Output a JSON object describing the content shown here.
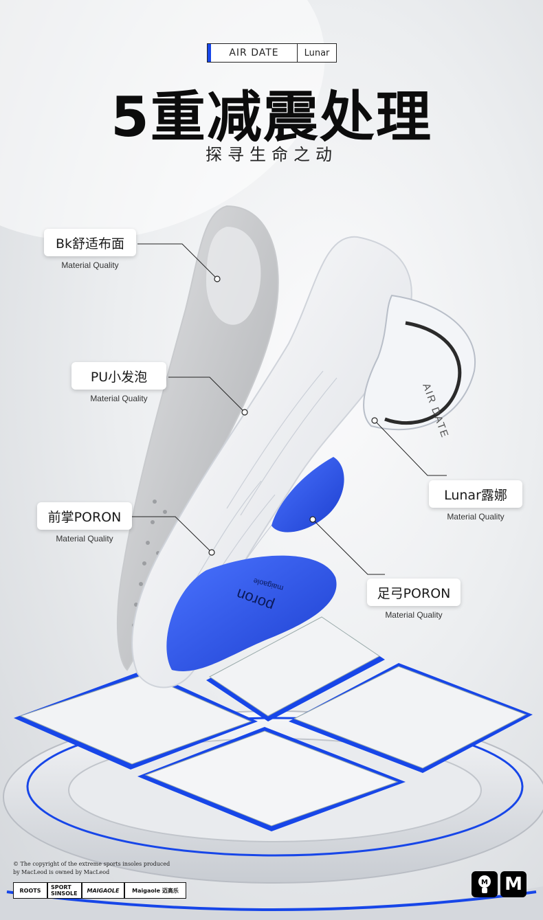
{
  "header": {
    "brand_left": "AIR DATE",
    "brand_right": "Lunar",
    "title": "5重减震处理",
    "subtitle": "探寻生命之动"
  },
  "callouts": [
    {
      "label": "Bk舒适布面",
      "quality": "Material Quality"
    },
    {
      "label": "PU小发泡",
      "quality": "Material Quality"
    },
    {
      "label": "前掌PORON",
      "quality": "Material Quality"
    },
    {
      "label": "Lunar露娜",
      "quality": "Material Quality"
    },
    {
      "label": "足弓PORON",
      "quality": "Material Quality"
    }
  ],
  "insole": {
    "heel_print": "AIR DATE",
    "pad_print": "poron",
    "pad_sub": "maigaole"
  },
  "footer": {
    "copyright_line1": "The copyright of the extreme sports insoles produced",
    "copyright_line2": "by MacLeod is owned by MacLeod",
    "logos": [
      "ROOTS",
      "SPORT SINSOLE",
      "MAIGAOLE",
      "Maigaole 迈高乐"
    ],
    "corner_left_icon": "mascot-icon",
    "corner_right_letter": "M"
  },
  "colors": {
    "accent_blue": "#1746e8",
    "title_black": "#0c0c0c"
  }
}
